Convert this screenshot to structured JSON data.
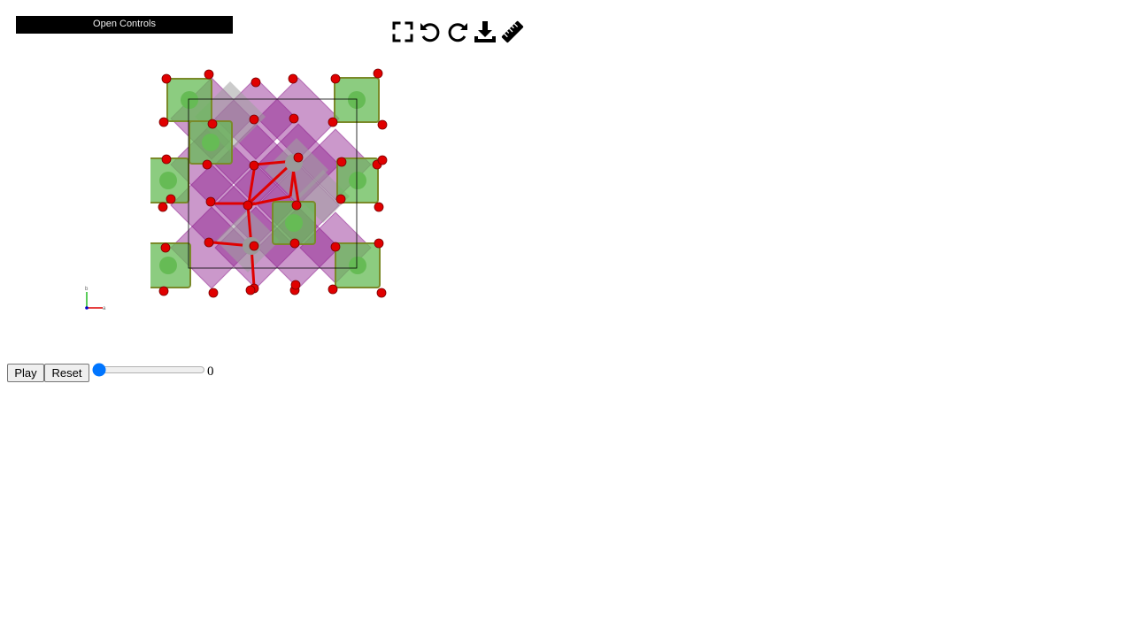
{
  "controls": {
    "label": "Open Controls"
  },
  "toolbar": {
    "icons": [
      "fullscreen-icon",
      "rotate-left-icon",
      "rotate-right-icon",
      "download-icon",
      "ruler-icon"
    ]
  },
  "structure": {
    "colors": {
      "octahedra": "#8b1a8b",
      "green_polyhedra": "#66bb55",
      "gray_polyhedra": "#a0a0a0",
      "oxygen": "#e00000",
      "gray_atom": "#9a9a9a",
      "cell": "#000000"
    }
  },
  "axes": {
    "x": "a",
    "y": "b"
  },
  "animation": {
    "play_label": "Play",
    "reset_label": "Reset",
    "frame": "0",
    "frame_value": 0
  }
}
